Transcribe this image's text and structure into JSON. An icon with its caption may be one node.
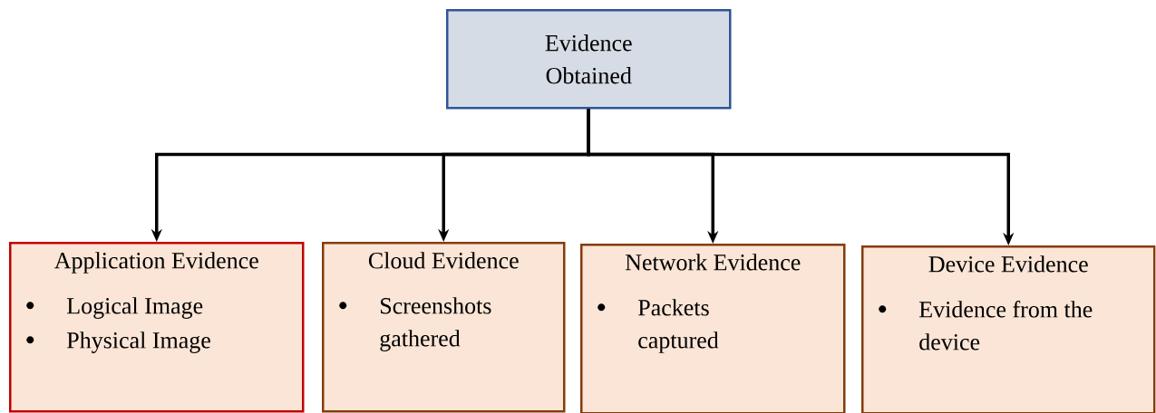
{
  "diagram": {
    "nodes": [
      {
        "text": [
          "Evidence Obtained"
        ]
      },
      {
        "text": [
          "Application Evidence",
          "Logical Image",
          "Physical Image"
        ]
      },
      {
        "text": [
          "Cloud Evidence",
          "Screenshots gathered"
        ]
      },
      {
        "text": [
          "Network Evidence",
          "Packets captured"
        ]
      },
      {
        "text": [
          "Device Evidence",
          "Evidence from the device"
        ]
      }
    ],
    "edges": [
      {
        "from": 0,
        "to": 1,
        "arrow": "to"
      },
      {
        "from": 0,
        "to": 2,
        "arrow": "to"
      },
      {
        "from": 0,
        "to": 3,
        "arrow": "to"
      },
      {
        "from": 0,
        "to": 4,
        "arrow": "to"
      }
    ]
  }
}
